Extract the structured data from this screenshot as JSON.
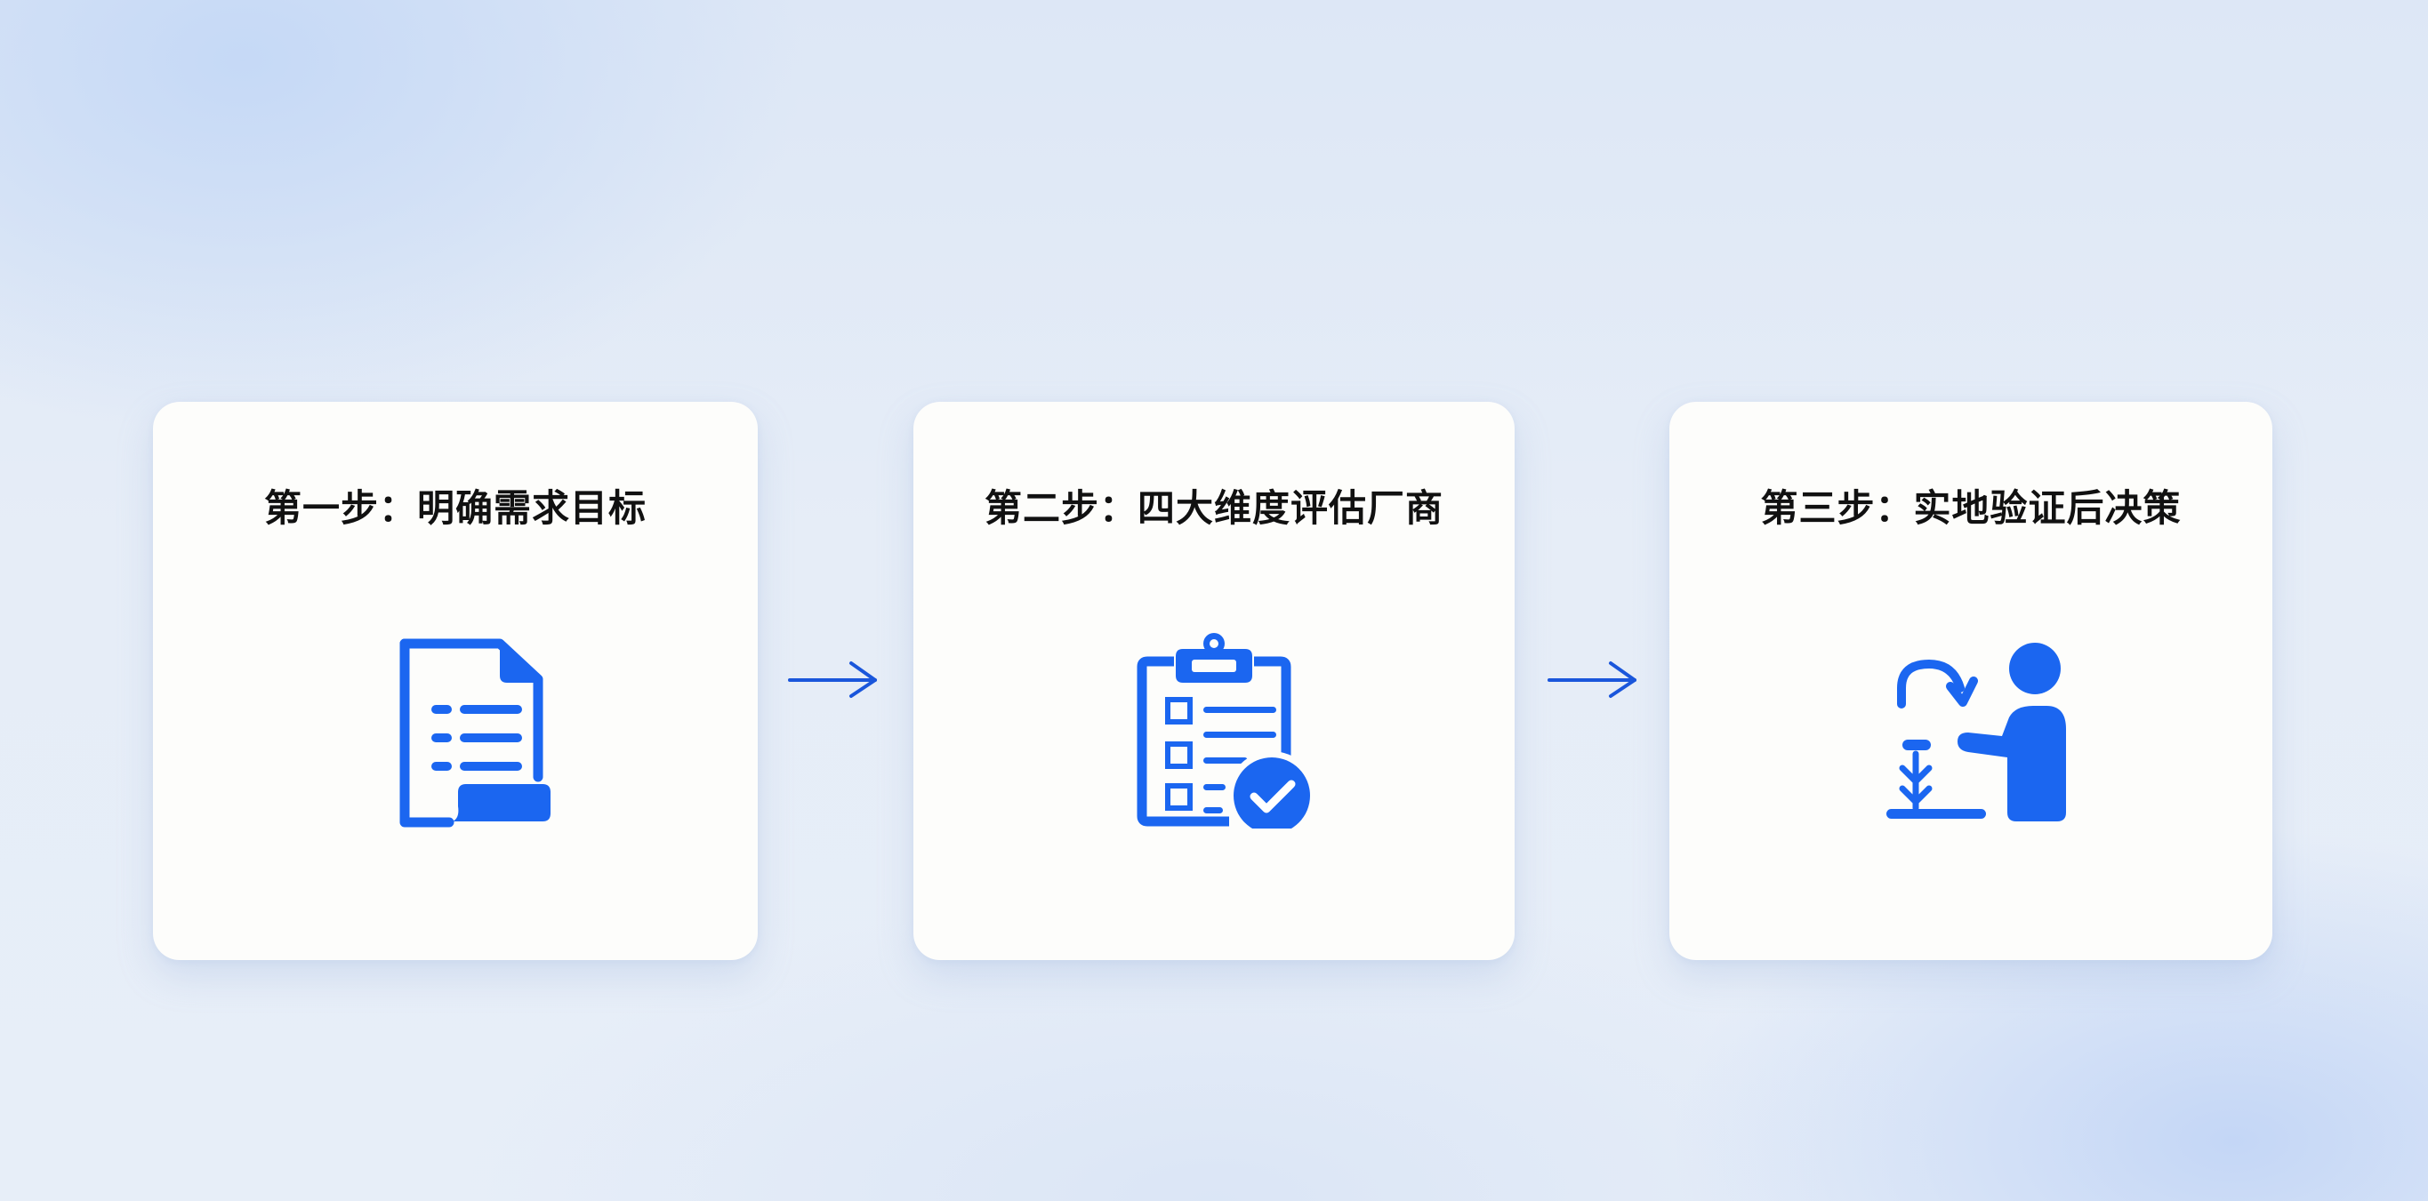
{
  "colors": {
    "accent": "#1b66f0",
    "arrow": "#1a56db",
    "card_bg": "#fdfdfb",
    "title_text": "#111111",
    "background": "#e3ebf7"
  },
  "steps": [
    {
      "title": "第一步：明确需求目标",
      "icon": "document-list-icon"
    },
    {
      "title": "第二步：四大维度评估厂商",
      "icon": "clipboard-checklist-icon"
    },
    {
      "title": "第三步：实地验证后决策",
      "icon": "person-field-verification-icon"
    }
  ],
  "connectors": [
    {
      "icon": "arrow-right-icon",
      "from": 1,
      "to": 2
    },
    {
      "icon": "arrow-right-icon",
      "from": 2,
      "to": 3
    }
  ]
}
